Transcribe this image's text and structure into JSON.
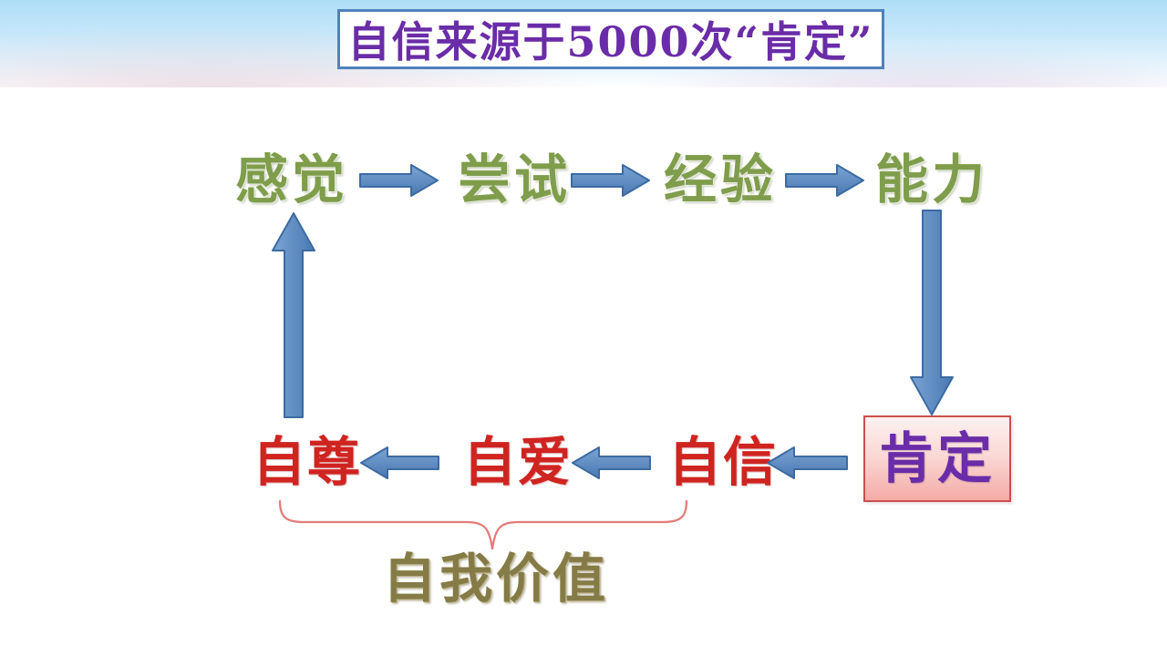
{
  "slide": {
    "title": "自信来源于5000次“肯定”",
    "top_flow": {
      "nodes": [
        "感觉",
        "尝试",
        "经验",
        "能力"
      ]
    },
    "bottom_flow": {
      "nodes": [
        "自尊",
        "自爱",
        "自信"
      ]
    },
    "affirmation": "肯定",
    "brace_label": "自我价值",
    "colors": {
      "arrow_blue": "#4f81bd",
      "arrow_border": "#3c6ba3",
      "top_text_green": "#7f9d4b",
      "bottom_text_red": "#cf2420",
      "title_purple": "#6a2ca8",
      "title_border_blue": "#4f81bd",
      "affirmation_fill": "#f5aba6",
      "affirmation_border": "#cb4f4c",
      "brace_red": "#e27d7a",
      "label_olive": "#857b46",
      "sky_blue": "#aeddf7"
    }
  }
}
